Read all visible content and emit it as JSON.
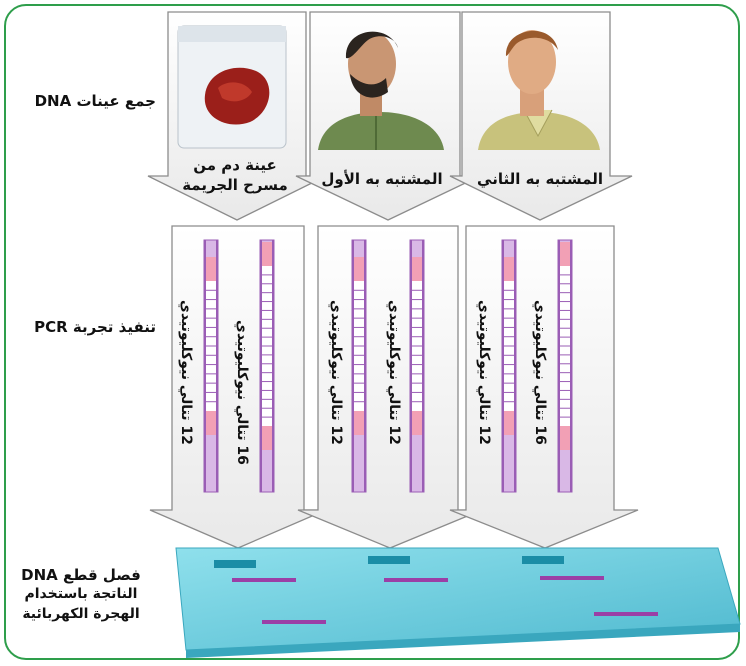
{
  "steps": {
    "collect": "جمع عينات DNA",
    "pcr": "تنفيذ تجربة PCR",
    "separate_line1": "فصل قطع DNA",
    "separate_line2": "الناتجة باستخدام",
    "separate_line3": "الهجرة الكهربائية"
  },
  "samples": [
    {
      "caption_line1": "عينة دم من",
      "caption_line2": "مسرح الجريمة",
      "strip_a": "12 تتالي نيوكليوتيدي",
      "strip_b": "16 تتالي نيوكليوتيدي"
    },
    {
      "caption_line1": "المشتبه به الأول",
      "caption_line2": "",
      "strip_a": "12 تتالي نيوكليوتيدي",
      "strip_b": "12 تتالي نيوكليوتيدي"
    },
    {
      "caption_line1": "المشتبه به الثاني",
      "caption_line2": "",
      "strip_a": "12 تتالي نيوكليوتيدي",
      "strip_b": "16 تتالي نيوكليوتيدي"
    }
  ],
  "colors": {
    "border": "#2e9e4b",
    "strip_purple": "#9a5db5",
    "strip_pink": "#f2a0b5",
    "gel": "#6ecfe0",
    "band": "#9b3fa6"
  }
}
